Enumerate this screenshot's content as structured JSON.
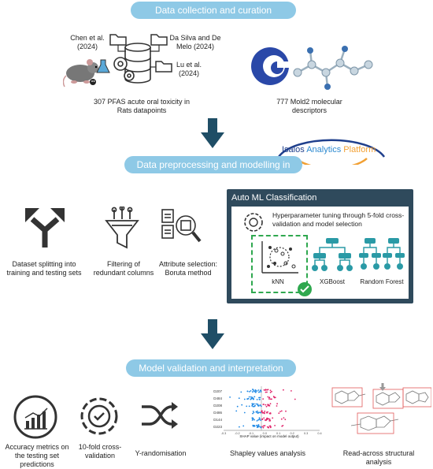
{
  "sections": {
    "collection": "Data collection and curation",
    "preprocessing": "Data preprocessing and modelling in Isalos",
    "validation": "Model validation and interpretation"
  },
  "sources": {
    "chen": "Chen et al. (2024)",
    "dasilva": "Da Silva and De Melo (2024)",
    "lu": "Lu et al. (2024)",
    "datapoints": "307 PFAS acute oral toxicity in Rats datapoints",
    "descriptors": "777 Mold2 molecular descriptors"
  },
  "logo": {
    "isalos": "Isalos",
    "analytics": "Analytics",
    "platform": "Platform"
  },
  "preprocessing_steps": [
    {
      "label": "Dataset splitting into training and testing sets"
    },
    {
      "label": "Filtering of redundant columns"
    },
    {
      "label": "Attribute selection: Boruta method"
    }
  ],
  "automl": {
    "title": "Auto ML Classification",
    "tuning": "Hyperparameter tuning through 5-fold cross-validation and model selection",
    "models": [
      "kNN",
      "XGBoost",
      "Random Forest"
    ]
  },
  "validation_steps": [
    {
      "label": "Accuracy metrics on the testing set predictions"
    },
    {
      "label": "10-fold cross-validation"
    },
    {
      "label": "Y-randomisation"
    },
    {
      "label": "Shapley values analysis"
    },
    {
      "label": "Read-across structural analysis"
    }
  ],
  "shap": {
    "features": [
      "D207",
      "D484",
      "D208",
      "D486",
      "D144",
      "D223"
    ],
    "xticks": [
      "-0.3",
      "-0.2",
      "-0.1",
      "0.0",
      "0.1",
      "0.2",
      "0.3",
      "0.4"
    ],
    "xlabel": "SHAP value (impact on model output)"
  },
  "colors": {
    "pill": "#8ec9e6",
    "arrow": "#1f4e66",
    "panel": "#2f4a5c",
    "check": "#2fa84f",
    "tree": "#2a9aa6",
    "logo_blue": "#1f3f8c",
    "logo_orange": "#f2a033"
  }
}
